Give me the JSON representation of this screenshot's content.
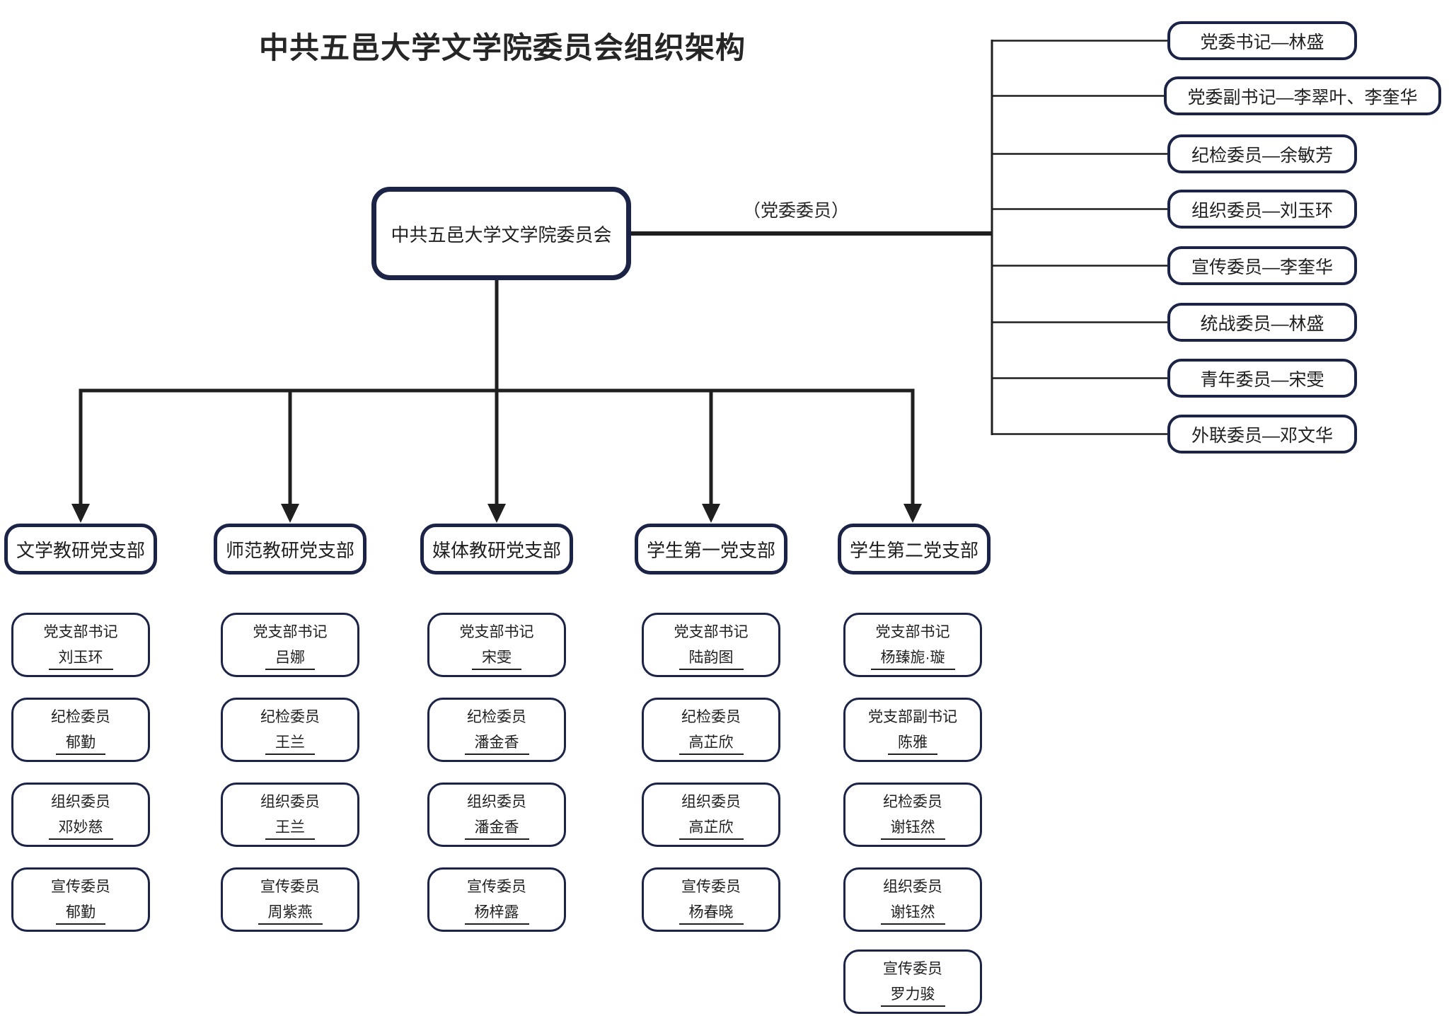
{
  "title": "中共五邑大学文学院委员会组织架构",
  "root": {
    "label": "中共五邑大学文学院委员会"
  },
  "committee_note": "（党委委员）",
  "committee": [
    {
      "label": "党委书记—林盛"
    },
    {
      "label": "党委副书记—李翠叶、李奎华"
    },
    {
      "label": "纪检委员—余敏芳"
    },
    {
      "label": "组织委员—刘玉环"
    },
    {
      "label": "宣传委员—李奎华"
    },
    {
      "label": "统战委员—林盛"
    },
    {
      "label": "青年委员—宋雯"
    },
    {
      "label": "外联委员—邓文华"
    }
  ],
  "branches": [
    {
      "label": "文学教研党支部",
      "members": [
        {
          "role": "党支部书记",
          "name": "刘玉环"
        },
        {
          "role": "纪检委员",
          "name": "郁勤"
        },
        {
          "role": "组织委员",
          "name": "邓妙慈"
        },
        {
          "role": "宣传委员",
          "name": "郁勤"
        }
      ]
    },
    {
      "label": "师范教研党支部",
      "members": [
        {
          "role": "党支部书记",
          "name": "吕娜"
        },
        {
          "role": "纪检委员",
          "name": "王兰"
        },
        {
          "role": "组织委员",
          "name": "王兰"
        },
        {
          "role": "宣传委员",
          "name": "周紫燕"
        }
      ]
    },
    {
      "label": "媒体教研党支部",
      "members": [
        {
          "role": "党支部书记",
          "name": "宋雯"
        },
        {
          "role": "纪检委员",
          "name": "潘金香"
        },
        {
          "role": "组织委员",
          "name": "潘金香"
        },
        {
          "role": "宣传委员",
          "name": "杨梓露"
        }
      ]
    },
    {
      "label": "学生第一党支部",
      "members": [
        {
          "role": "党支部书记",
          "name": "陆韵图"
        },
        {
          "role": "纪检委员",
          "name": "高芷欣"
        },
        {
          "role": "组织委员",
          "name": "高芷欣"
        },
        {
          "role": "宣传委员",
          "name": "杨春晓"
        }
      ]
    },
    {
      "label": "学生第二党支部",
      "members": [
        {
          "role": "党支部书记",
          "name": "杨臻旎·璇"
        },
        {
          "role": "党支部副书记",
          "name": "陈雅"
        },
        {
          "role": "纪检委员",
          "name": "谢钰然"
        },
        {
          "role": "组织委员",
          "name": "谢钰然"
        },
        {
          "role": "宣传委员",
          "name": "罗力骏"
        }
      ]
    }
  ],
  "colors": {
    "box_border": "#1b2347",
    "line": "#1f1f1f",
    "text": "#262626",
    "background": "#ffffff"
  }
}
